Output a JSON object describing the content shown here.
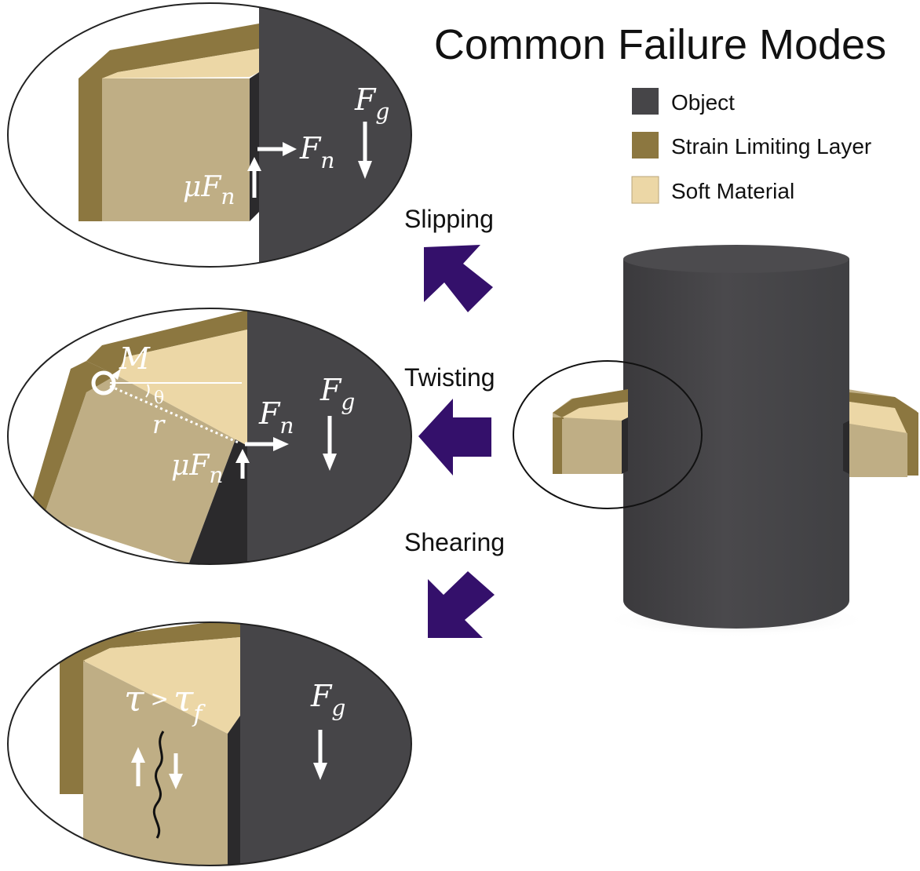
{
  "title": "Common Failure Modes",
  "legend": {
    "items": [
      {
        "label": "Object",
        "color": "#464548"
      },
      {
        "label": "Strain Limiting Layer",
        "color": "#8c7740"
      },
      {
        "label": "Soft Material",
        "color": "#ecd7a6"
      }
    ]
  },
  "modes": {
    "slipping": "Slipping",
    "twisting": "Twisting",
    "shearing": "Shearing"
  },
  "symbols": {
    "force": "F",
    "gravity_sub": "g",
    "normal_sub": "n",
    "mu": "μ",
    "moment": "M",
    "theta": "θ",
    "radius": "r",
    "tau": "τ",
    "greater": ">",
    "failure_sub": "f"
  },
  "colors": {
    "object": "#464548",
    "strain_layer": "#8c7740",
    "soft_material": "#ecd7a6",
    "soft_side": "#bfae85",
    "arrow": "#34106b"
  }
}
